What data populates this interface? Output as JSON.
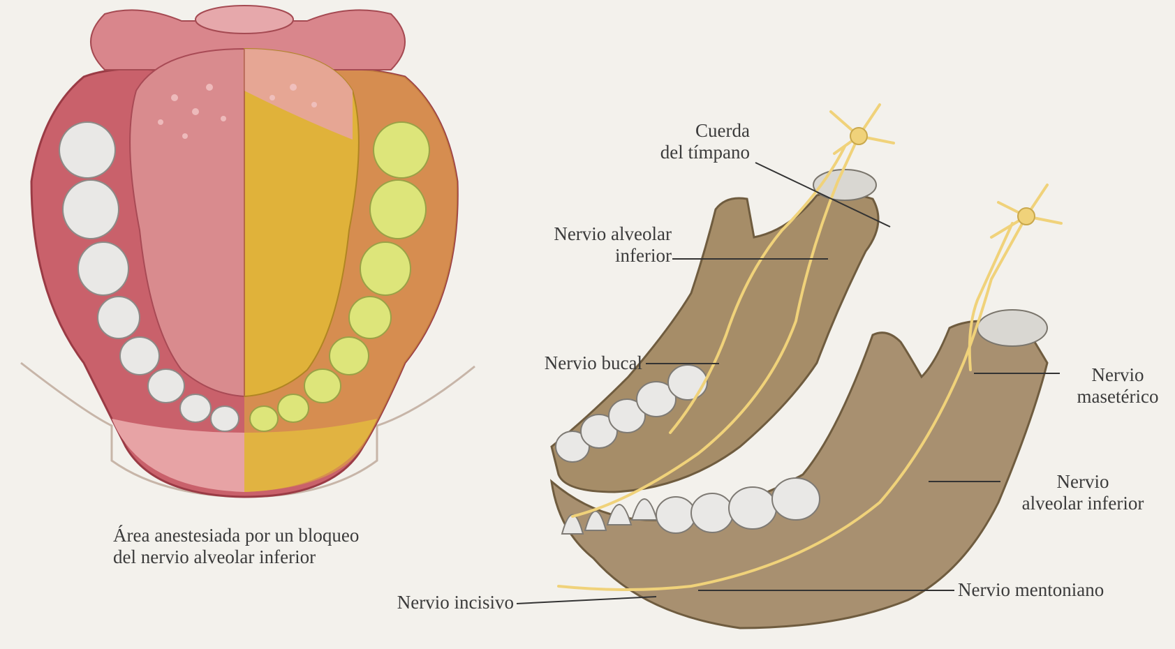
{
  "caption": {
    "line1": "Área anestesiada por un bloqueo",
    "line2": "del nervio alveolar inferior"
  },
  "labels": {
    "cuerda_line1": "Cuerda",
    "cuerda_line2": "del tímpano",
    "alveolar_top_line1": "Nervio alveolar",
    "alveolar_top_line2": "inferior",
    "bucal": "Nervio bucal",
    "masetero_line1": "Nervio",
    "masetero_line2": "masetérico",
    "alveolar_right_line1": "Nervio",
    "alveolar_right_line2": "alveolar inferior",
    "mentoniano": "Nervio mentoniano",
    "incisivo": "Nervio incisivo"
  },
  "colors": {
    "background": "#f3f1ec",
    "anesthetized_area": "#e0b23a",
    "mucosa": "#c9616b",
    "tongue": "#d98b8e",
    "bone": "#a68d68",
    "nerve": "#f0d27a",
    "anesthetized_teeth": "#dde57a",
    "teeth": "#e9e8e6"
  }
}
